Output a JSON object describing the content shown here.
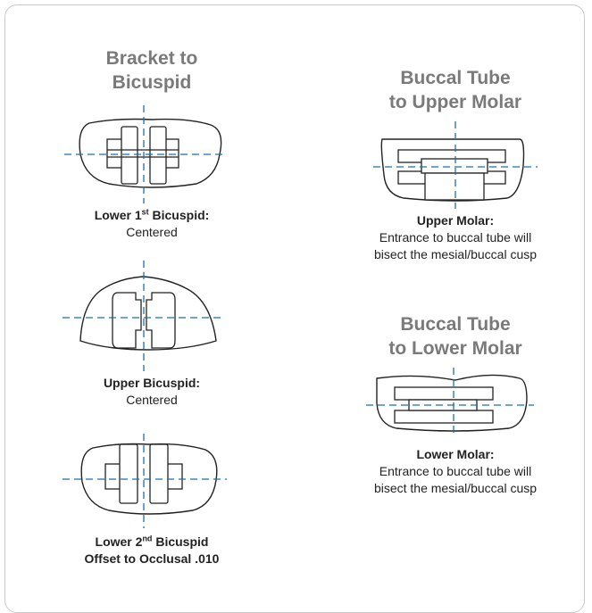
{
  "left_column": {
    "heading_line1": "Bracket to",
    "heading_line2": "Bicuspid",
    "diagram1": {
      "name_pre": "Lower 1",
      "name_sup": "st",
      "name_post": " Bicuspid:",
      "desc": "Centered"
    },
    "diagram2": {
      "name": "Upper Bicuspid:",
      "desc": "Centered"
    },
    "diagram3": {
      "name_pre": "Lower 2",
      "name_sup": "nd",
      "name_post": " Bicuspid",
      "desc": "Offset to Occlusal .010"
    }
  },
  "right_column": {
    "upper": {
      "heading_line1": "Buccal Tube",
      "heading_line2": "to Upper Molar",
      "name": "Upper Molar:",
      "desc_line1": "Entrance to buccal tube will",
      "desc_line2": "bisect the mesial/buccal cusp"
    },
    "lower": {
      "heading_line1": "Buccal Tube",
      "heading_line2": "to Lower Molar",
      "name": "Lower Molar:",
      "desc_line1": "Entrance to buccal tube will",
      "desc_line2": "bisect the mesial/buccal cusp"
    }
  },
  "colors": {
    "guide_line": "#1f6fae",
    "heading": "#7a7a7a",
    "outline": "#222222"
  }
}
